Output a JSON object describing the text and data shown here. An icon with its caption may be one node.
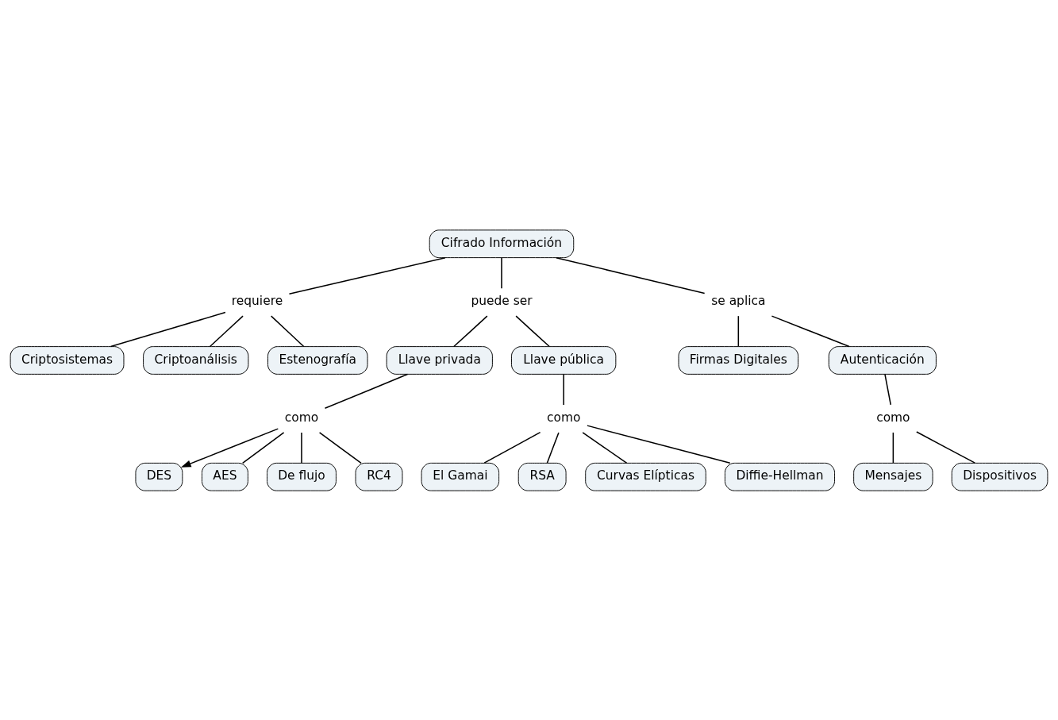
{
  "diagram": {
    "nodes": [
      {
        "text": [
          "Cifrado Información"
        ]
      },
      {
        "text": [
          "requiere"
        ]
      },
      {
        "text": [
          "puede ser"
        ]
      },
      {
        "text": [
          "se aplica"
        ]
      },
      {
        "text": [
          "Criptosistemas"
        ]
      },
      {
        "text": [
          "Criptoanálisis"
        ]
      },
      {
        "text": [
          "Estenografía"
        ]
      },
      {
        "text": [
          "Llave privada"
        ]
      },
      {
        "text": [
          "Llave pública"
        ]
      },
      {
        "text": [
          "Firmas Digitales"
        ]
      },
      {
        "text": [
          "Autenticación"
        ]
      },
      {
        "text": [
          "como"
        ]
      },
      {
        "text": [
          "como"
        ]
      },
      {
        "text": [
          "como"
        ]
      },
      {
        "text": [
          "DES"
        ]
      },
      {
        "text": [
          "AES"
        ]
      },
      {
        "text": [
          "De flujo"
        ]
      },
      {
        "text": [
          "RC4"
        ]
      },
      {
        "text": [
          "El Gamai"
        ]
      },
      {
        "text": [
          "RSA"
        ]
      },
      {
        "text": [
          "Curvas Elípticas"
        ]
      },
      {
        "text": [
          "Diffie-Hellman"
        ]
      },
      {
        "text": [
          "Mensajes"
        ]
      },
      {
        "text": [
          "Dispositivos"
        ]
      }
    ],
    "edges": [
      {
        "from": 0,
        "to": 1,
        "arrow": "none"
      },
      {
        "from": 0,
        "to": 2,
        "arrow": "none"
      },
      {
        "from": 0,
        "to": 3,
        "arrow": "none"
      },
      {
        "from": 1,
        "to": 4,
        "arrow": "none"
      },
      {
        "from": 1,
        "to": 5,
        "arrow": "none"
      },
      {
        "from": 1,
        "to": 6,
        "arrow": "none"
      },
      {
        "from": 2,
        "to": 7,
        "arrow": "none"
      },
      {
        "from": 2,
        "to": 8,
        "arrow": "none"
      },
      {
        "from": 3,
        "to": 9,
        "arrow": "none"
      },
      {
        "from": 3,
        "to": 10,
        "arrow": "none"
      },
      {
        "from": 7,
        "to": 11,
        "arrow": "none"
      },
      {
        "from": 8,
        "to": 12,
        "arrow": "none"
      },
      {
        "from": 10,
        "to": 13,
        "arrow": "none"
      },
      {
        "from": 11,
        "to": 14,
        "arrow": "to"
      },
      {
        "from": 11,
        "to": 15,
        "arrow": "none"
      },
      {
        "from": 11,
        "to": 16,
        "arrow": "none"
      },
      {
        "from": 11,
        "to": 17,
        "arrow": "none"
      },
      {
        "from": 12,
        "to": 18,
        "arrow": "none"
      },
      {
        "from": 12,
        "to": 19,
        "arrow": "none"
      },
      {
        "from": 12,
        "to": 20,
        "arrow": "none"
      },
      {
        "from": 12,
        "to": 21,
        "arrow": "none"
      },
      {
        "from": 13,
        "to": 22,
        "arrow": "none"
      },
      {
        "from": 13,
        "to": 23,
        "arrow": "none"
      }
    ]
  }
}
